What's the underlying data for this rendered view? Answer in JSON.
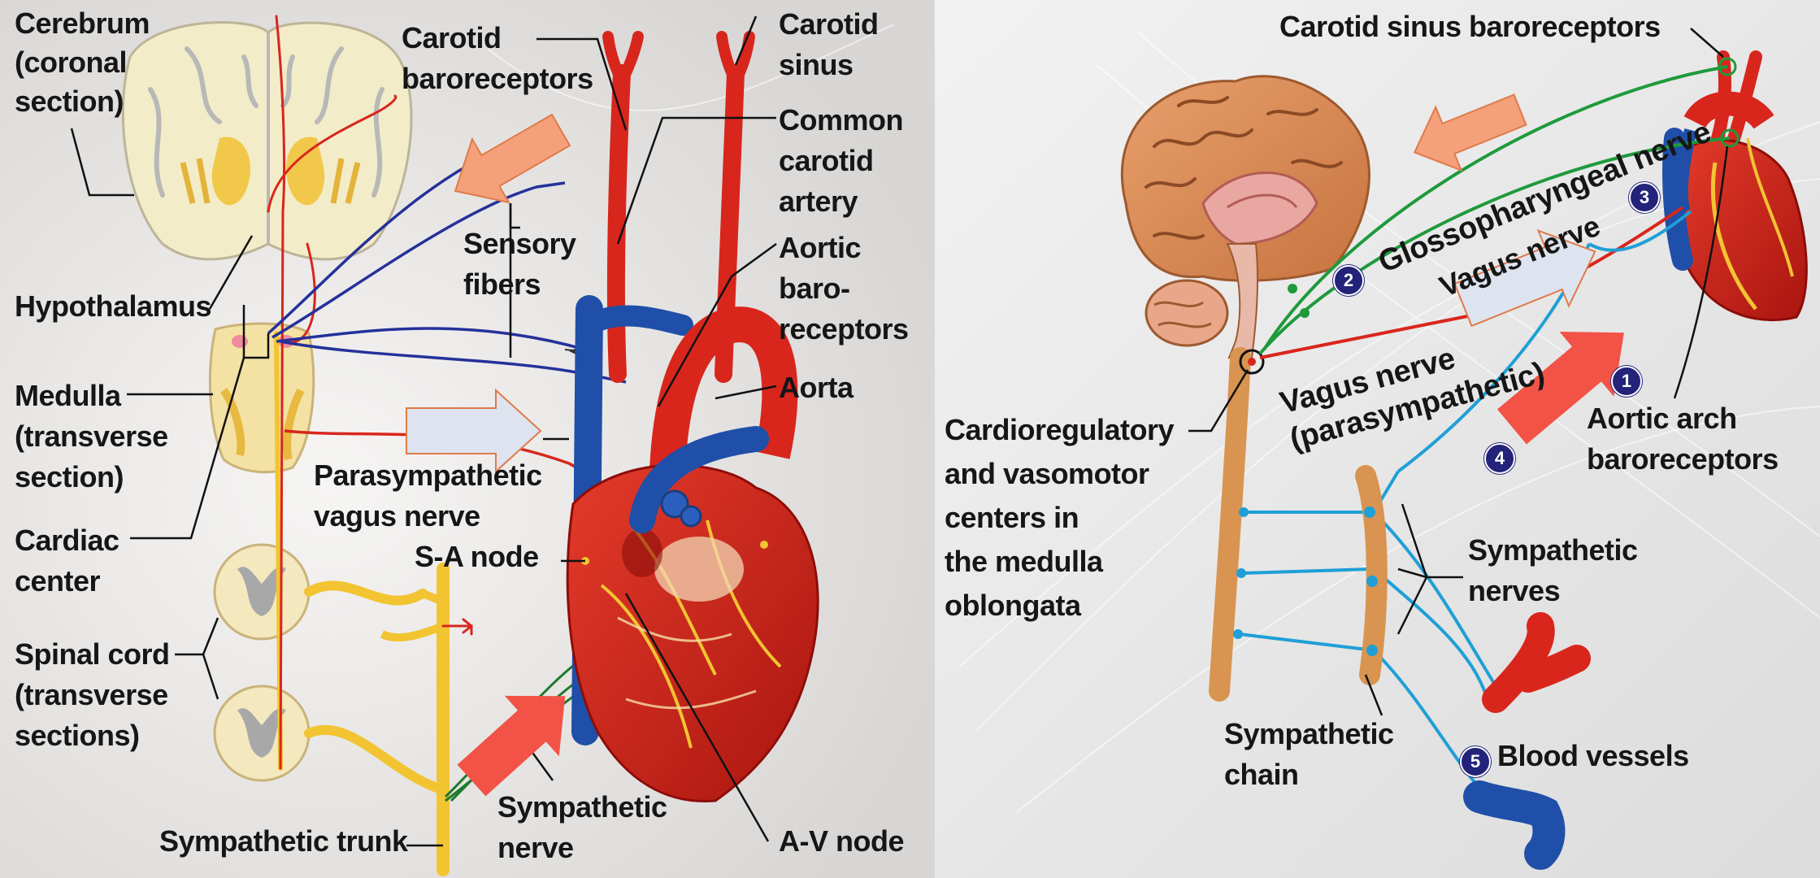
{
  "colors": {
    "artery_red": "#d8261d",
    "vein_blue": "#1f4fa8",
    "sensory_blue": "#25319a",
    "sympathetic_yellow": "#f2c431",
    "glossopharyngeal_green": "#1e9a3c",
    "sympathetic_cyan": "#1f9fd6",
    "highlight_arrow_red": "#f25346",
    "highlight_arrow_peach": "#f4a07a",
    "highlight_arrow_white": "#dde4ef",
    "number_badge": "#23237a"
  },
  "left_diagram": {
    "cerebrum": "Cerebrum\n(coronal\nsection)",
    "hypothalamus": "Hypothalamus",
    "medulla": "Medulla\n(transverse\nsection)",
    "cardiac_center": "Cardiac\ncenter",
    "spinal_cord": "Spinal cord\n(transverse\nsections)",
    "sympathetic_trunk": "Sympathetic trunk",
    "carotid_baroreceptors": "Carotid\nbaroreceptors",
    "sensory_fibers": "Sensory\nfibers",
    "parasympathetic_vagus": "Parasympathetic\nvagus nerve",
    "sa_node": "S-A node",
    "sympathetic_nerve": "Sympathetic\nnerve",
    "carotid_sinus": "Carotid\nsinus",
    "common_carotid": "Common\ncarotid\nartery",
    "aortic_baroreceptors": "Aortic\nbaro-\nreceptors",
    "aorta": "Aorta",
    "av_node": "A-V node"
  },
  "right_diagram": {
    "carotid_sinus_baroreceptors": "Carotid sinus baroreceptors",
    "glossopharyngeal_nerve": "Glossopharyngeal nerve",
    "vagus_nerve": "Vagus nerve",
    "vagus_parasympathetic": "Vagus nerve\n(parasympathetic)",
    "cardioregulatory": "Cardioregulatory\nand vasomotor\ncenters in\nthe medulla\noblongata",
    "aortic_arch_baroreceptors": "Aortic arch\nbaroreceptors",
    "sympathetic_nerves": "Sympathetic\nnerves",
    "sympathetic_chain": "Sympathetic\nchain",
    "blood_vessels": "Blood vessels",
    "badges": [
      "1",
      "2",
      "3",
      "4",
      "5"
    ]
  }
}
